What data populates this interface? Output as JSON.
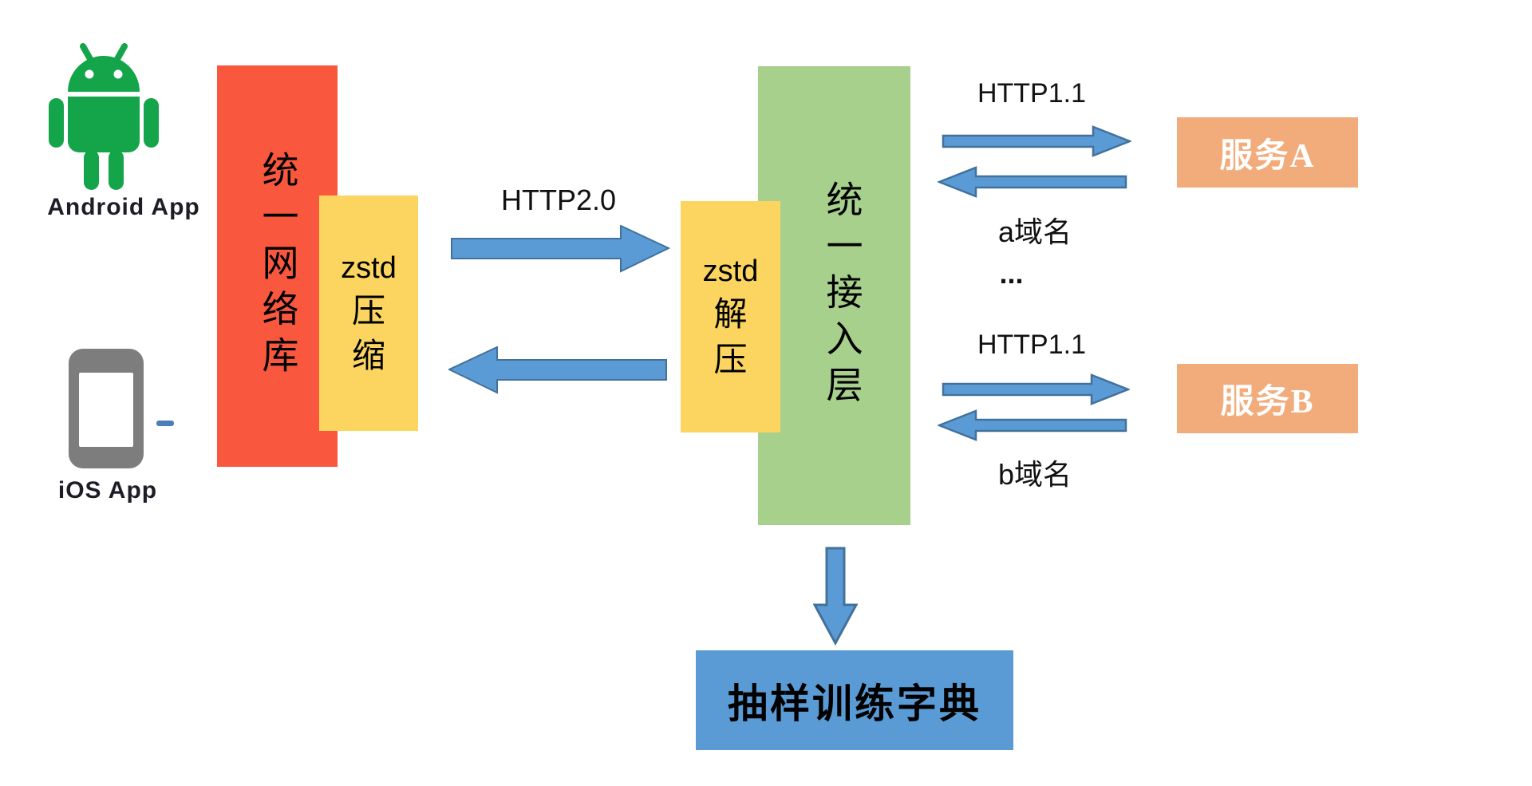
{
  "colors": {
    "red_box": "#f9573e",
    "yellow_box": "#fbd55f",
    "green_box": "#a7d08d",
    "orange_box": "#f2ac7b",
    "arrow_fill": "#5b9bd5",
    "arrow_stroke": "#41719c",
    "dict_box": "#5b9bd5",
    "android_green": "#14a44a",
    "phone_gray": "#7d7d7d",
    "dash_blue": "#4a7ebb",
    "text_dark": "#1d1d26",
    "service_text": "#ffffff"
  },
  "icons": {
    "android": "android-robot-icon",
    "ios": "smartphone-icon"
  },
  "clients": {
    "android_label": "Android App",
    "ios_label": "iOS App"
  },
  "network_library": {
    "label": "统一网络库",
    "compress": {
      "title": "zstd",
      "char1": "压",
      "char2": "缩"
    }
  },
  "access_layer": {
    "label": "统一接入层",
    "decompress": {
      "title": "zstd",
      "char1": "解",
      "char2": "压"
    }
  },
  "link": {
    "protocol": "HTTP2.0"
  },
  "ellipsis": "...",
  "flows": [
    {
      "protocol": "HTTP1.1",
      "domain": "a域名",
      "service": "服务A"
    },
    {
      "protocol": "HTTP1.1",
      "domain": "b域名",
      "service": "服务B"
    }
  ],
  "dictionary": {
    "label": "抽样训练字典"
  }
}
